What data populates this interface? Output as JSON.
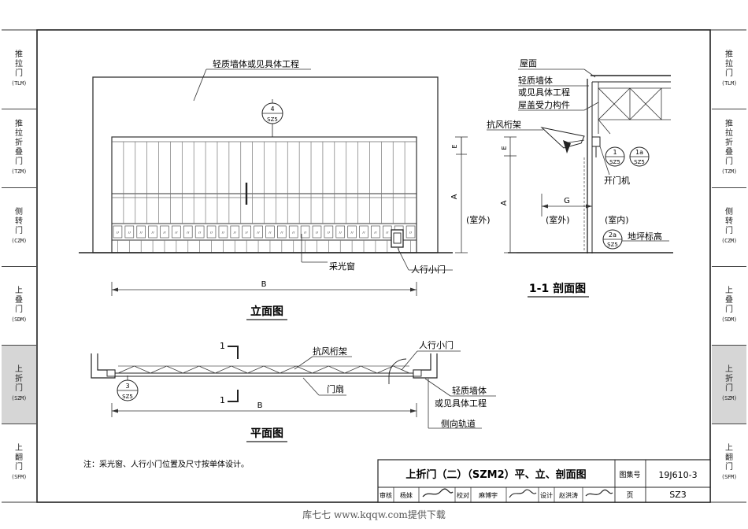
{
  "side_tabs": [
    {
      "chars": [
        "推",
        "拉",
        "门"
      ],
      "abbr": "(TLM)",
      "active": false
    },
    {
      "chars": [
        "推",
        "拉",
        "折",
        "叠",
        "门"
      ],
      "abbr": "(TZM)",
      "active": false
    },
    {
      "chars": [
        "侧",
        "转",
        "门"
      ],
      "abbr": "(CZM)",
      "active": false
    },
    {
      "chars": [
        "上",
        "叠",
        "门"
      ],
      "abbr": "(SDM)",
      "active": false
    },
    {
      "chars": [
        "上",
        "折",
        "门"
      ],
      "abbr": "(SZM)",
      "active": true
    },
    {
      "chars": [
        "上",
        "翻",
        "门"
      ],
      "abbr": "(SFM)",
      "active": false
    }
  ],
  "elevation": {
    "title": "立面图",
    "wall_label": "轻质墙体或见具体工程",
    "callout": {
      "num": "4",
      "ref": "SZ5"
    },
    "window_label": "采光窗",
    "door_label": "人行小门",
    "dim_b": "B",
    "dim_a": "A",
    "outside": "(室外)"
  },
  "section": {
    "title": "1-1 剖面图",
    "labels": {
      "roof": "屋面",
      "wall1": "轻质墙体",
      "wall2": "或见具体工程",
      "member": "屋盖受力构件",
      "truss": "抗风桁架",
      "opener": "开门机",
      "outside": "(室外)",
      "inside": "(室内)",
      "floor": "地坪标高"
    },
    "callouts": [
      {
        "num": "1",
        "ref": "SZ5"
      },
      {
        "num": "1a",
        "ref": "SZ5"
      },
      {
        "num": "2a",
        "ref": "SZ5"
      }
    ],
    "dims": {
      "e": "E",
      "a": "A",
      "g": "G"
    }
  },
  "plan": {
    "title": "平面图",
    "truss": "抗风桁架",
    "door": "人行小门",
    "leaf": "门扇",
    "wall1": "轻质墙体",
    "wall2": "或见具体工程",
    "track": "侧向轨道",
    "callout": {
      "num": "3",
      "ref": "SZ5"
    },
    "cut": "1",
    "dim_b": "B"
  },
  "note": "注：采光窗、人行小门位置及尺寸按单体设计。",
  "title_block": {
    "title": "上折门（二）（SZM2）平、立、剖面图",
    "atlas_label": "图集号",
    "atlas_no": "19J610-3",
    "page_label": "页",
    "page_no": "SZ3",
    "review_label": "审核",
    "review_name": "杨妹",
    "check_label": "校对",
    "check_name": "麻博宇",
    "design_label": "设计",
    "design_name": "赵洪涛"
  },
  "watermark": "库七七 www.kqqw.com提供下载"
}
